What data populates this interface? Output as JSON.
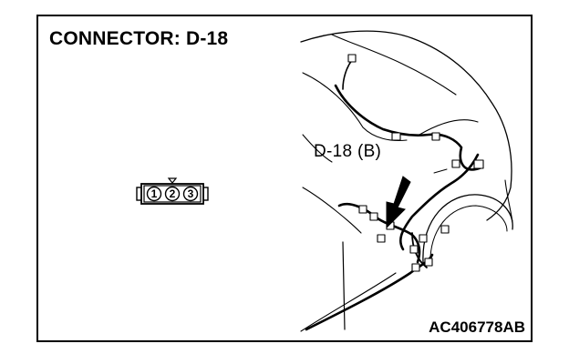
{
  "diagram": {
    "title": "CONNECTOR: D-18",
    "figure_id": "AC406778AB",
    "connector": {
      "pins": [
        "1",
        "2",
        "3"
      ]
    },
    "callout": {
      "label": "D-18 (B)"
    }
  }
}
